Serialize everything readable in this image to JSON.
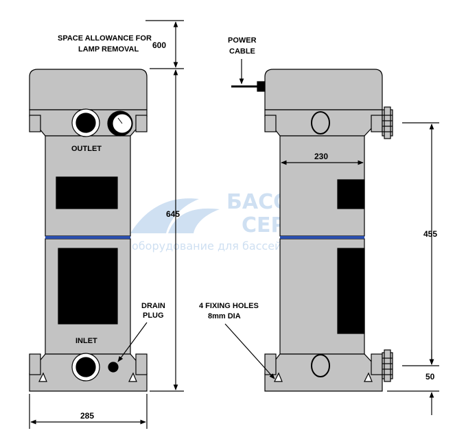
{
  "labels": {
    "space_allowance_line1": "SPACE ALLOWANCE FOR",
    "space_allowance_line2": "LAMP REMOVAL",
    "outlet": "OUTLET",
    "inlet": "INLET",
    "drain_plug_line1": "DRAIN",
    "drain_plug_line2": "PLUG",
    "power_cable_line1": "POWER",
    "power_cable_line2": "CABLE",
    "fixing_holes_line1": "4 FIXING HOLES",
    "fixing_holes_line2": "8mm DIA"
  },
  "dimensions": {
    "lamp_space": "600",
    "total_height": "645",
    "base_width": "285",
    "body_width": "230",
    "port_spacing": "455",
    "port_height": "50"
  },
  "watermark": {
    "line1": "БАССЕЙН",
    "line2": "СЕРВИС",
    "line3": "оборудование для бассейнов"
  },
  "colors": {
    "body": "#c3c3c3",
    "outline": "#000000",
    "band": "#2a4fb0",
    "port_fill": "#000000",
    "watermark": "#cfe0f2"
  }
}
